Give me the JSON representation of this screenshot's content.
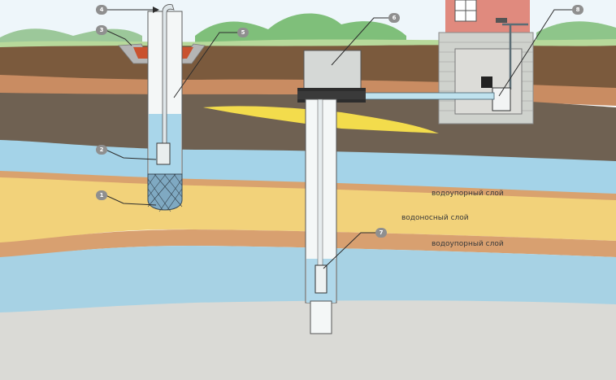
{
  "layers": {
    "aquiclude_top": "водоупорный слой",
    "aquifer": "водоносный слой",
    "aquiclude_bottom": "водоупорный слой"
  },
  "callouts": [
    "1",
    "2",
    "3",
    "4",
    "5",
    "6",
    "7",
    "8"
  ],
  "colors": {
    "sky": "#e8f3f8",
    "topsoil": "#7a5a3c",
    "clay": "#c98b62",
    "loam": "#6e6050",
    "water": "#9fd0e6",
    "sand": "#f2d27a",
    "bedrock": "#d9d9d6",
    "badge": "#8f8f8f",
    "sand_lens": "#f3dc4c"
  }
}
